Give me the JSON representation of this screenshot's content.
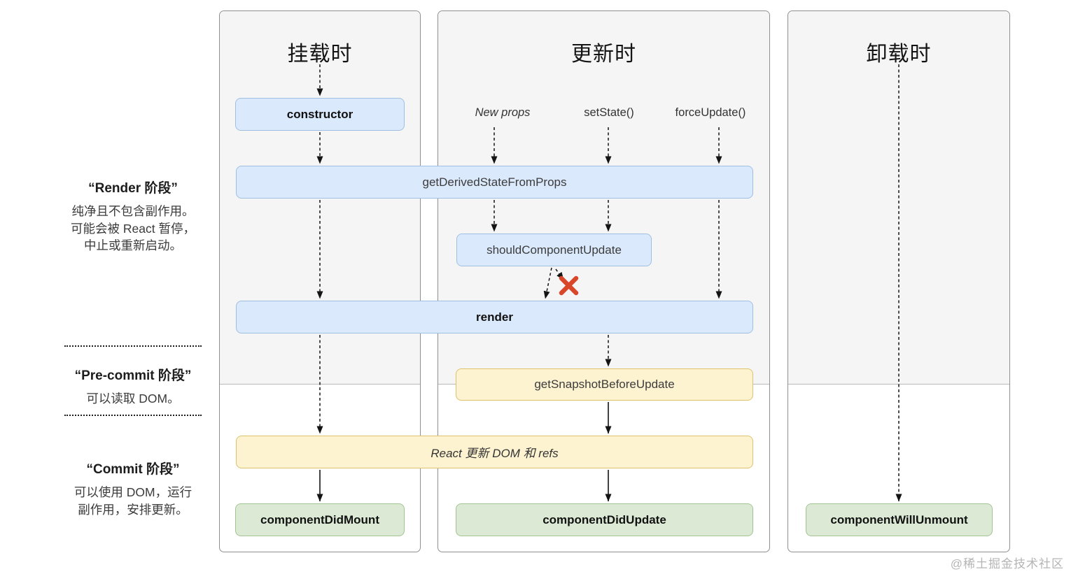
{
  "diagram": {
    "columns": {
      "mounting": {
        "title": "挂载时"
      },
      "updating": {
        "title": "更新时"
      },
      "unmounting": {
        "title": "卸载时"
      }
    },
    "triggers": {
      "new_props": "New props",
      "set_state": "setState()",
      "force_update": "forceUpdate()"
    },
    "boxes": {
      "constructor": "constructor",
      "get_derived_state_from_props": "getDerivedStateFromProps",
      "should_component_update": "shouldComponentUpdate",
      "render": "render",
      "get_snapshot_before_update": "getSnapshotBeforeUpdate",
      "react_updates_dom": "React 更新 DOM 和 refs",
      "component_did_mount": "componentDidMount",
      "component_did_update": "componentDidUpdate",
      "component_will_unmount": "componentWillUnmount"
    },
    "phases": {
      "render": {
        "title": "“Render 阶段”",
        "lines": [
          "纯净且不包含副作用。",
          "可能会被 React 暂停，",
          "中止或重新启动。"
        ]
      },
      "pre_commit": {
        "title": "“Pre-commit 阶段”",
        "lines": [
          "可以读取 DOM。"
        ]
      },
      "commit": {
        "title": "“Commit 阶段”",
        "lines": [
          "可以使用 DOM，运行",
          "副作用，安排更新。"
        ]
      }
    },
    "watermark": "@稀土掘金技术社区",
    "colors": {
      "box_blue_fill": "#dbe9fc",
      "box_blue_border": "#9fbfe2",
      "box_yellow_fill": "#fdf3d0",
      "box_yellow_border": "#dcc26d",
      "box_green_fill": "#dcead5",
      "box_green_border": "#a2c492",
      "column_bg_gray": "#f5f5f6",
      "column_border": "#8f8f8f",
      "arrow": "#141414",
      "red_x": "#d9472a"
    }
  }
}
